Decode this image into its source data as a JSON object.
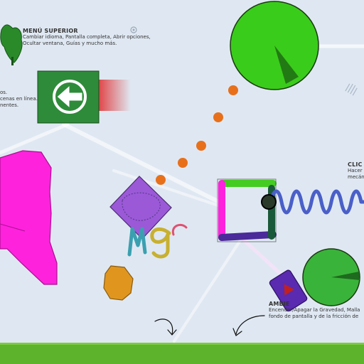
{
  "hints": {
    "menu": {
      "heading": "MENÚ SUPERIOR",
      "line1": "Cambiar idioma, Pantalla completa, Abrir opciones,",
      "line2": "Ocultar ventana, Guías y mucho más."
    },
    "scenes": {
      "line1": "os.",
      "line2": "cenas en línea.",
      "line3": "nentes."
    },
    "click": {
      "heading": "CLIC I",
      "line1": "Hacer c",
      "line2": "mecánic"
    },
    "ambient": {
      "heading": "AMBIE",
      "line1": "Encender/Apagar la Gravedad, Malla",
      "line2": "fondo de pantalla y de la fricción de"
    }
  },
  "drawn_text": "Mgc",
  "icons": {
    "back": "arrow-left-icon",
    "settings": "gear-icon",
    "tree": "tree-icon",
    "hand": "hand-icon"
  },
  "colors": {
    "background": "#dfe8f2",
    "ground": "#5db32c",
    "big_circle": "#3acc1a",
    "small_circle": "#3ab33a",
    "magenta": "#ff22dd",
    "purple": "#9b59d8",
    "orange_dot": "#e8701a",
    "spring": "#4a5fc8",
    "box_top": "#44cc22",
    "box_left": "#ff22dd",
    "box_bottom": "#4b2a9a",
    "box_right": "#1a5a3a",
    "back_button": "#2e8b3a",
    "back_glow": "#e02020"
  }
}
